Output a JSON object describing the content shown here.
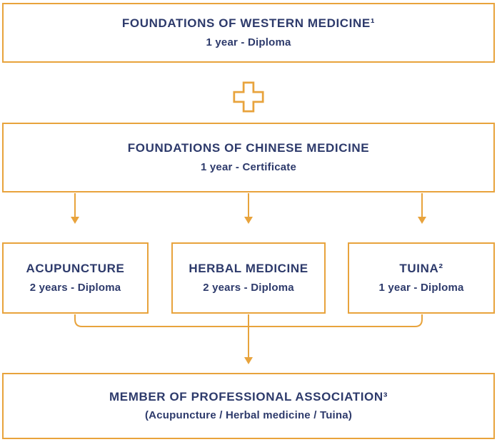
{
  "colors": {
    "accent": "#E8A33C",
    "text": "#2D3A6B",
    "background": "#FFFFFF"
  },
  "boxes": {
    "western": {
      "title": "FOUNDATIONS OF WESTERN MEDICINE¹",
      "subtitle": "1 year - Diploma"
    },
    "chinese": {
      "title": "FOUNDATIONS OF CHINESE MEDICINE",
      "subtitle": "1 year - Certificate"
    },
    "acupuncture": {
      "title": "ACUPUNCTURE",
      "subtitle": "2 years - Diploma"
    },
    "herbal": {
      "title": "HERBAL MEDICINE",
      "subtitle": "2 years - Diploma"
    },
    "tuina": {
      "title": "TUINA²",
      "subtitle": "1 year - Diploma"
    },
    "member": {
      "title": "MEMBER OF PROFESSIONAL ASSOCIATION³",
      "subtitle": "(Acupuncture / Herbal medicine / Tuina)"
    }
  }
}
